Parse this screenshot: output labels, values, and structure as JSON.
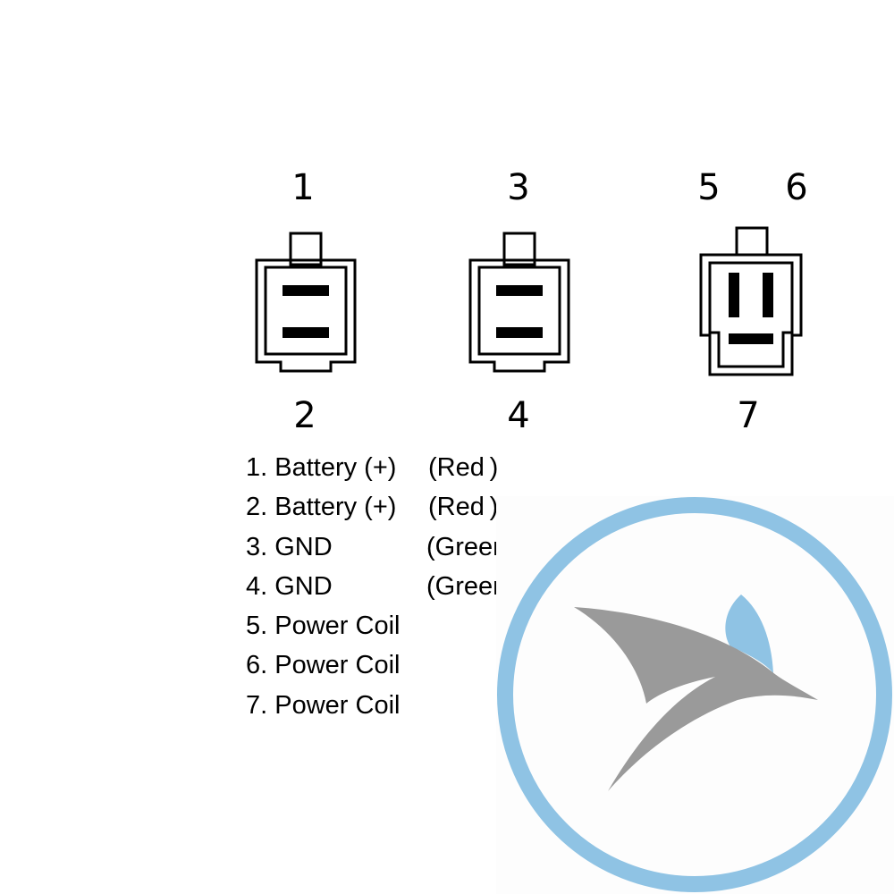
{
  "connectors": [
    {
      "id": "c1",
      "top_pins": [
        "1"
      ],
      "bottom_pins": [
        "2"
      ]
    },
    {
      "id": "c2",
      "top_pins": [
        "3"
      ],
      "bottom_pins": [
        "4"
      ]
    },
    {
      "id": "c3",
      "top_pins": [
        "5",
        "6"
      ],
      "bottom_pins": [
        "7"
      ]
    }
  ],
  "legend": [
    {
      "label": "1. Battery (+)",
      "wire": "(Red )"
    },
    {
      "label": "2. Battery (+)",
      "wire": "(Red )"
    },
    {
      "label": "3. GND",
      "wire": "(Green )"
    },
    {
      "label": "4. GND",
      "wire": "(Green )"
    },
    {
      "label": "5. Power Coil",
      "wire": ""
    },
    {
      "label": "6. Power Coil",
      "wire": ""
    },
    {
      "label": "7. Power Coil",
      "wire": ""
    }
  ],
  "colors": {
    "line": "#000000",
    "logo_ring": "#8fc3e4",
    "logo_bird": "#9a9a9a",
    "logo_wing": "#8fc3e4"
  }
}
